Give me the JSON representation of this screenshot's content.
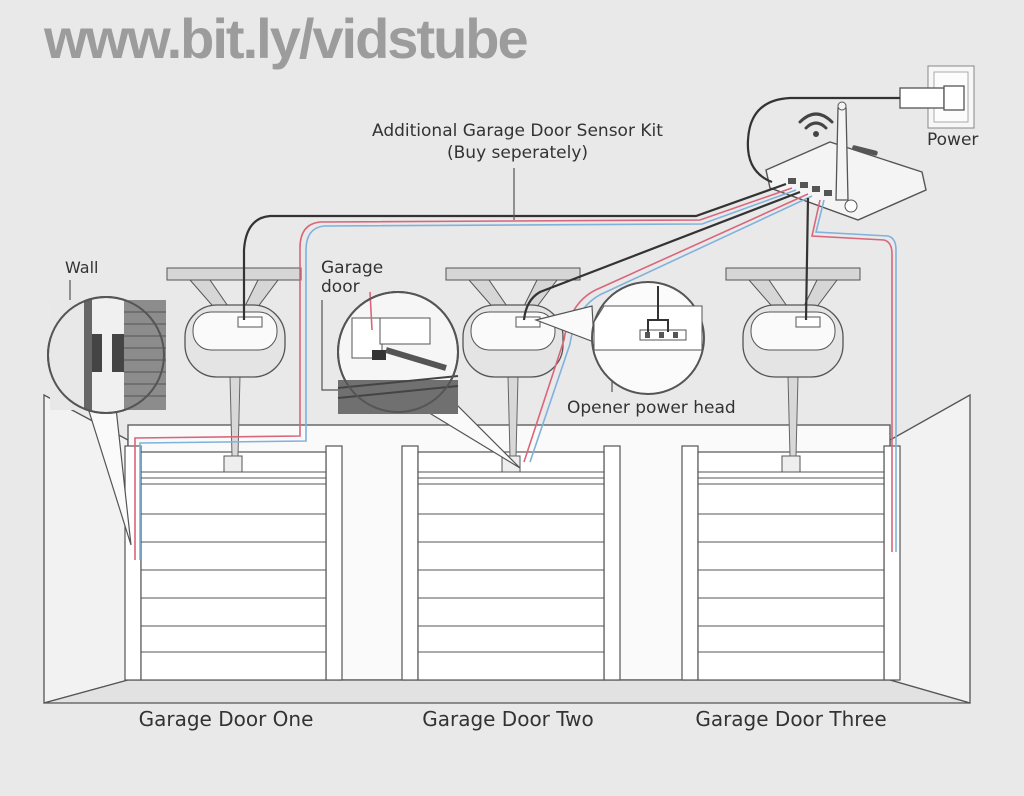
{
  "watermark": "www.bit.ly/vidstube",
  "labels": {
    "sensor_kit_line1": "Additional Garage Door Sensor Kit",
    "sensor_kit_line2": "(Buy seperately)",
    "power": "Power",
    "wall": "Wall",
    "garage_door_line1": "Garage",
    "garage_door_line2": "door",
    "opener_power_head": "Opener power head"
  },
  "doors": [
    {
      "caption": "Garage Door One"
    },
    {
      "caption": "Garage Door Two"
    },
    {
      "caption": "Garage Door Three"
    }
  ],
  "colors": {
    "background": "#e9e9e9",
    "wire_dark": "#333333",
    "wire_red": "#d9667a",
    "wire_blue": "#7fb2dc",
    "line": "#555555"
  },
  "icons": [
    "wifi-icon",
    "power-adapter-icon",
    "antenna-icon"
  ]
}
